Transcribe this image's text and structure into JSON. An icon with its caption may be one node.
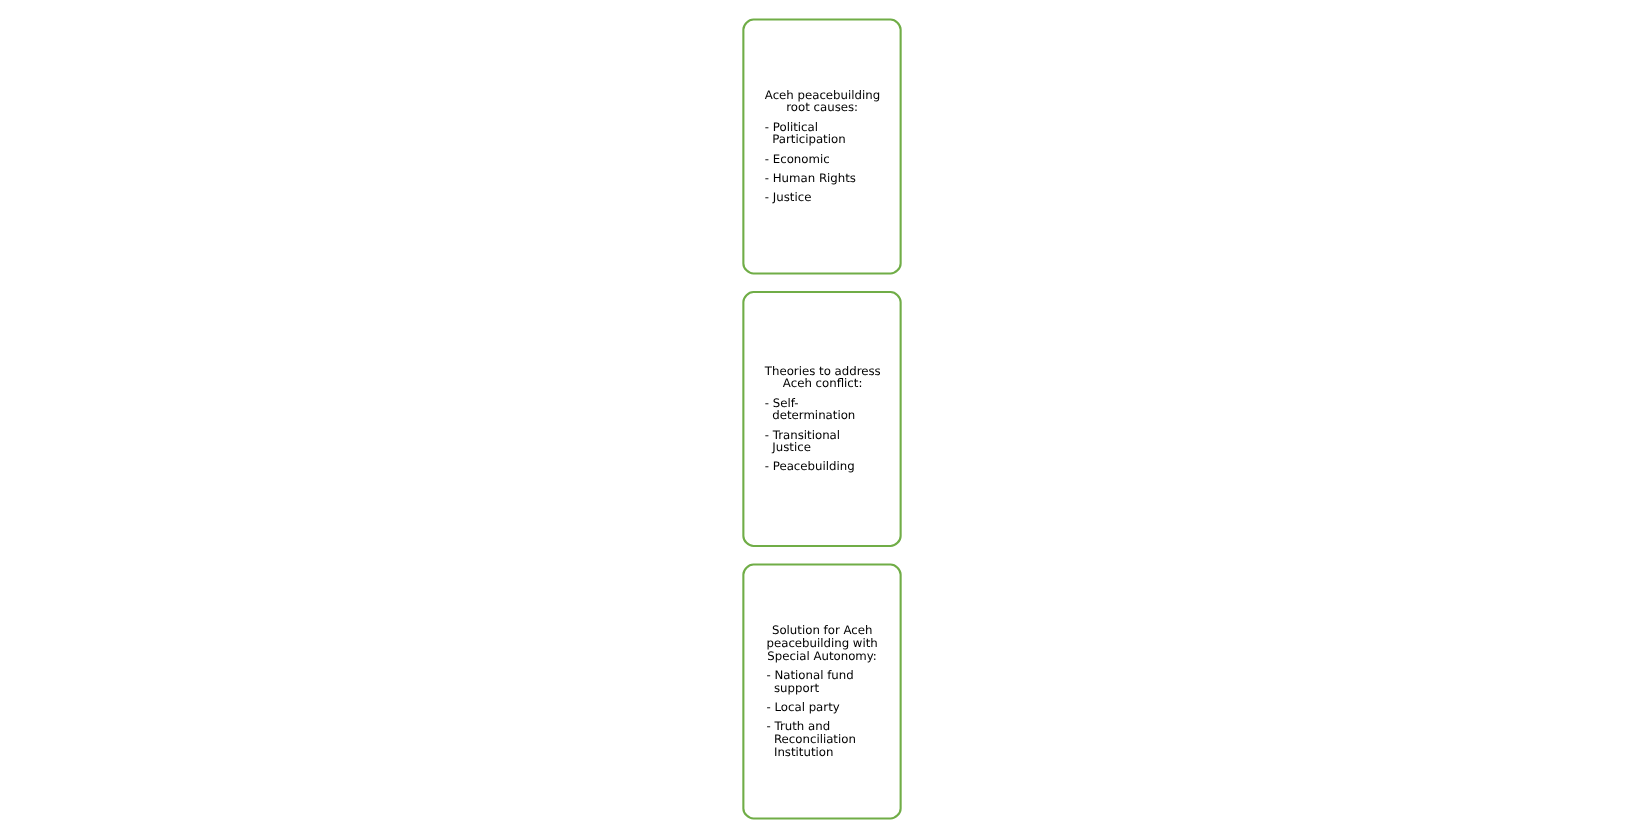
{
  "diagram": {
    "nodes": [
      {
        "text": [
          "Aceh peacebuilding root causes:",
          "- Political Participation",
          "- Economic",
          "- Human Rights",
          "- Justice"
        ]
      },
      {
        "text": [
          "Theories to address Aceh conflict:",
          "- Self- determination",
          "- Transitional Justice",
          "- Peacebuilding"
        ]
      },
      {
        "text": [
          "Solution for Aceh peacebuilding with Special Autonomy:",
          "- National fund support",
          "- Local party",
          "- Truth and Reconciliation Institution"
        ]
      }
    ],
    "edges": []
  }
}
